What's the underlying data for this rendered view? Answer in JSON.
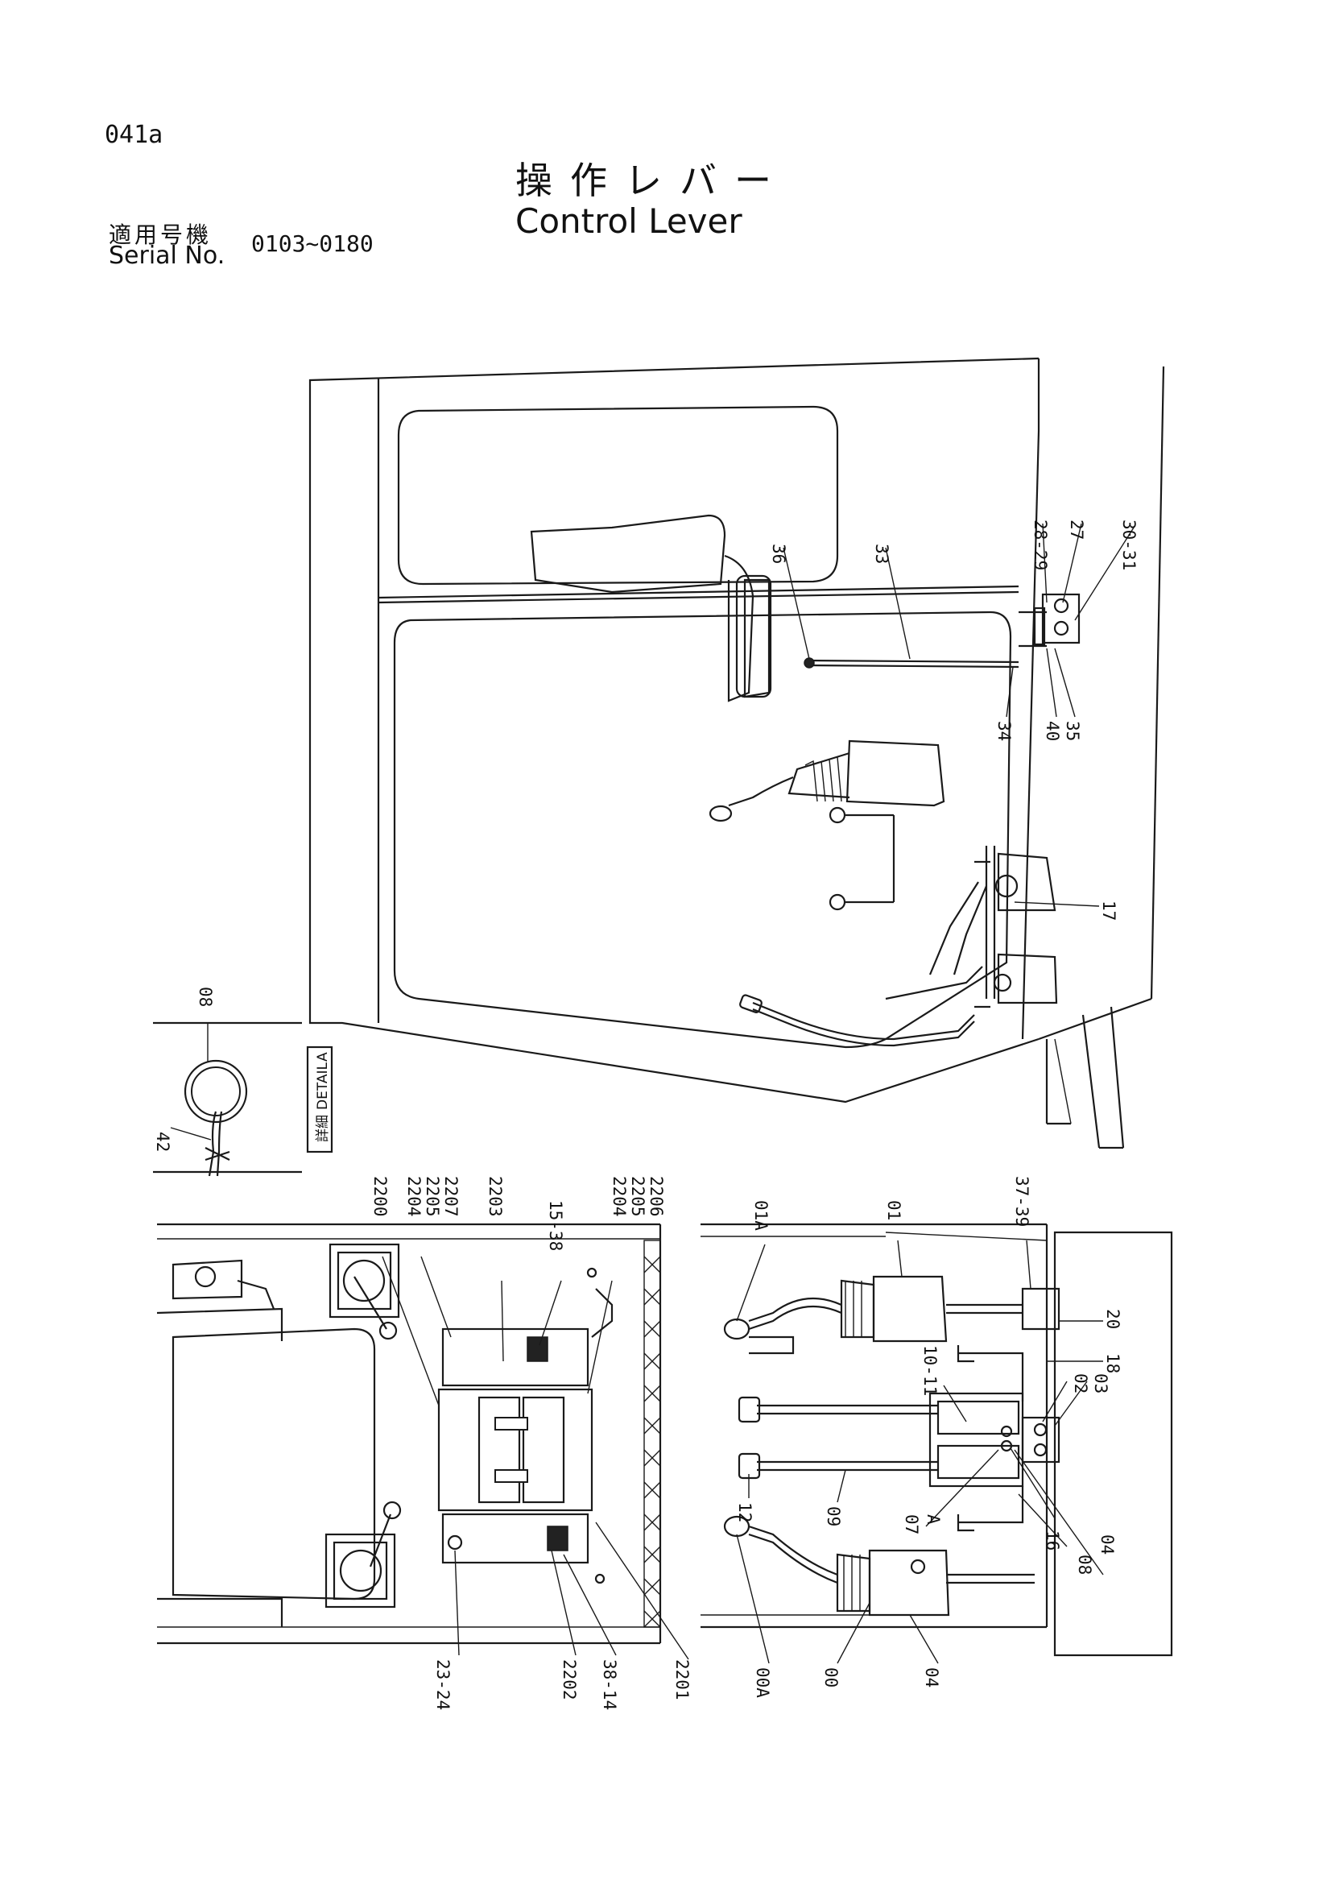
{
  "header": {
    "page_number": "041a",
    "title_jp": "操作レバー",
    "title_en": "Control Lever",
    "serial_label_jp": "適用号機",
    "serial_label_en": "Serial No.",
    "serial_range": "0103~0180"
  },
  "detail_label": {
    "jp": "詳細",
    "en": "DETAIL",
    "letter": "A"
  },
  "callouts": {
    "c36": "36",
    "c33": "33",
    "c28_29": "28-29",
    "c27": "27",
    "c30_31": "30-31",
    "c34": "34",
    "c40": "40",
    "c35": "35",
    "c17": "17",
    "c08_top": "08",
    "c42": "42",
    "c2200": "2200",
    "c2204a": "2204",
    "c2205a": "2205",
    "c2207": "2207",
    "c2203": "2203",
    "c15_38": "15-38",
    "c2204b": "2204",
    "c2205b": "2205",
    "c2206": "2206",
    "c01A": "01A",
    "c01": "01",
    "c37_39": "37-39",
    "c20": "20",
    "c18": "18",
    "c03": "03",
    "c02": "02",
    "c10_11": "10-11",
    "c12": "12",
    "c09": "09",
    "c07": "07",
    "cA": "A",
    "c04a": "04",
    "c16": "16",
    "c08b": "08",
    "c23_24": "23-24",
    "c2202": "2202",
    "c38_14": "38-14",
    "c2201": "2201",
    "c00A": "00A",
    "c00": "00",
    "c04b": "04"
  }
}
